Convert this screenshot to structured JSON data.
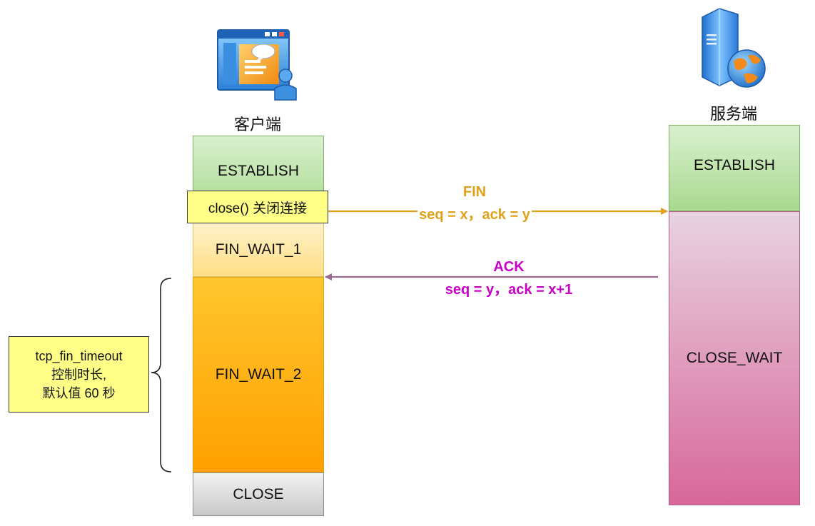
{
  "client": {
    "label": "客户端",
    "states": {
      "establish": "ESTABLISH",
      "fin_wait_1": "FIN_WAIT_1",
      "fin_wait_2": "FIN_WAIT_2",
      "close": "CLOSE"
    },
    "action": "close() 关闭连接"
  },
  "server": {
    "label": "服务端",
    "states": {
      "establish": "ESTABLISH",
      "close_wait": "CLOSE_WAIT"
    }
  },
  "messages": {
    "fin": {
      "title": "FIN",
      "detail": "seq = x，ack = y",
      "color": "#e0a11b"
    },
    "ack": {
      "title": "ACK",
      "detail": "seq = y，ack = x+1",
      "color": "#c800c8"
    }
  },
  "note": {
    "line1": "tcp_fin_timeout",
    "line2": "控制时长,",
    "line3": "默认值 60 秒"
  },
  "colors": {
    "establish": "#b5e0a3",
    "fin_wait_1": "#ffe7a3",
    "fin_wait_2": "#ffb300",
    "close": "#d9d9d9",
    "close_wait": "#e3a0c0",
    "note": "#ffff88",
    "ack_arrow": "#9a6a8e"
  },
  "icons": [
    "client-computer-icon",
    "server-globe-icon"
  ]
}
